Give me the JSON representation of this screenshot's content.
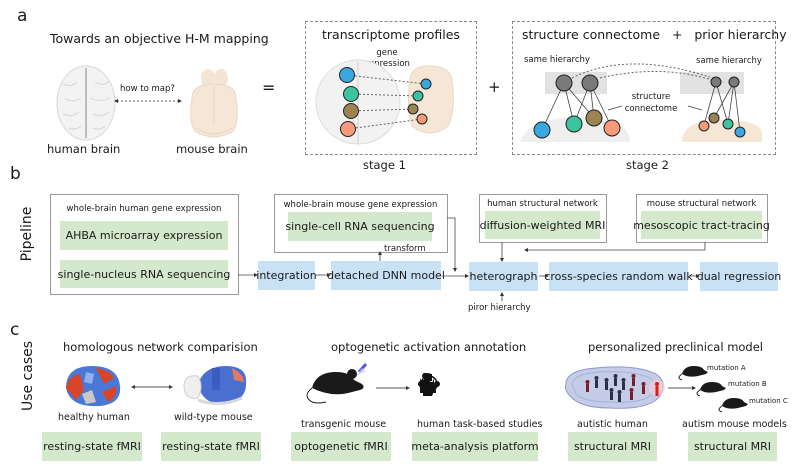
{
  "panel_a": {
    "letter": "a",
    "title": "Towards an objective H-M mapping",
    "human_label": "human brain",
    "mouse_label": "mouse brain",
    "map_question": "how to map?",
    "equals": "=",
    "plus": "+",
    "stage1": {
      "title": "transcriptome profiles",
      "annotation": "gene\nexpression",
      "annotation_line1": "gene",
      "annotation_line2": "expression",
      "caption": "stage 1"
    },
    "stage2": {
      "title": "structure connectome   +   prior hierarchy",
      "same_hierarchy_left": "same hierarchy",
      "same_hierarchy_right": "same hierarchy",
      "connectome_line1": "structure",
      "connectome_line2": "connectome",
      "caption": "stage 2"
    },
    "node_colors": {
      "blue": "#3aa7e0",
      "teal": "#3cc4a0",
      "olive": "#9a8550",
      "salmon": "#f59a7a",
      "gray": "#7a7a7a"
    }
  },
  "panel_b": {
    "letter": "b",
    "row_label": "Pipeline",
    "human_expr": {
      "title": "whole-brain human gene expression",
      "items": [
        "AHBA microarray expression",
        "single-nucleus RNA sequencing"
      ]
    },
    "mouse_expr": {
      "title": "whole-brain mouse gene expression",
      "item": "single-cell RNA sequencing"
    },
    "human_struct": {
      "title": "human structural network",
      "item": "diffusion-weighted  MRI"
    },
    "mouse_struct": {
      "title": "mouse structural network",
      "item": "mesoscopic tract-tracing"
    },
    "steps": [
      "integration",
      "detached DNN model",
      "heterograph",
      "cross-species random walk",
      "dual regression"
    ],
    "transform_label": "transform",
    "prior_label": "piror hierarchy"
  },
  "panel_c": {
    "letter": "c",
    "row_label": "Use cases",
    "cases": [
      {
        "title": "homologous network comparision",
        "left_label": "healthy human",
        "right_label": "wild-type mouse",
        "left_method": "resting-state fMRI",
        "right_method": "resting-state fMRI"
      },
      {
        "title": "optogenetic activation annotation",
        "left_label": "transgenic mouse",
        "right_label": "human task-based studies",
        "left_method": "optogenetic fMRI",
        "right_method": "meta-analysis platform"
      },
      {
        "title": "personalized preclinical model",
        "left_label": "autistic human",
        "right_label": "autism mouse models",
        "left_method": "structural MRI",
        "right_method": "structural MRI",
        "mutations": [
          "mutation A",
          "mutation B",
          "mutation C"
        ]
      }
    ]
  },
  "colors": {
    "green_box": "#d4e8cc",
    "blue_box": "#c9e1f4",
    "box_border": "#9a9a9a",
    "dash_border": "#8a8a8a"
  }
}
